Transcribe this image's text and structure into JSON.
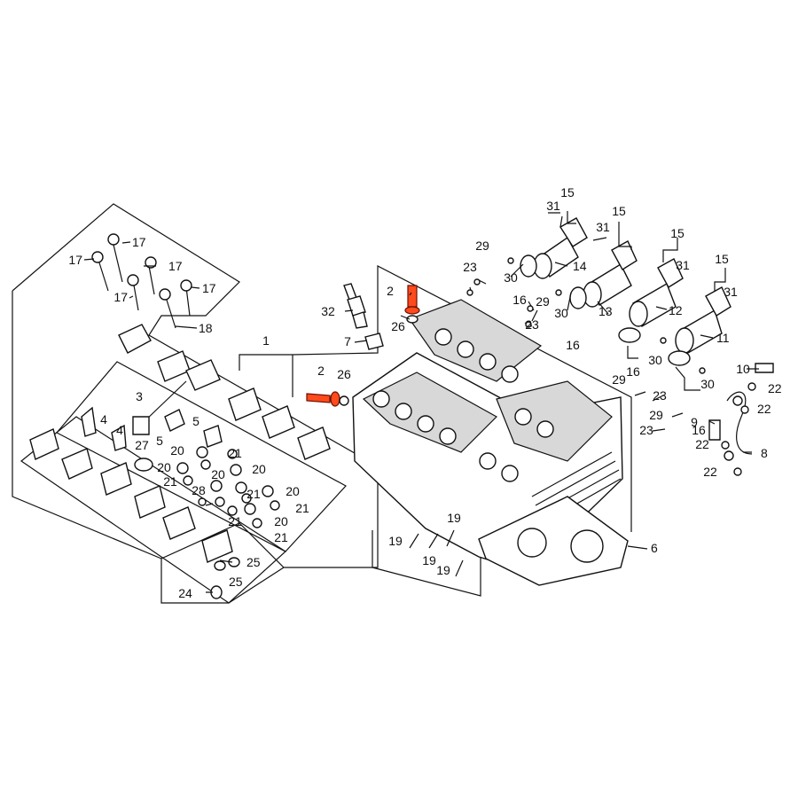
{
  "callouts": [
    {
      "id": "c1",
      "text": "1",
      "anchor": "middle"
    },
    {
      "id": "c2a",
      "text": "2",
      "anchor": "middle"
    },
    {
      "id": "c2b",
      "text": "2",
      "anchor": "middle"
    },
    {
      "id": "c3",
      "text": "3",
      "anchor": "middle"
    },
    {
      "id": "c4a",
      "text": "4",
      "anchor": "middle"
    },
    {
      "id": "c4b",
      "text": "4",
      "anchor": "middle"
    },
    {
      "id": "c5a",
      "text": "5",
      "anchor": "middle"
    },
    {
      "id": "c5b",
      "text": "5",
      "anchor": "middle"
    },
    {
      "id": "c6",
      "text": "6",
      "anchor": "start"
    },
    {
      "id": "c7",
      "text": "7",
      "anchor": "middle"
    },
    {
      "id": "c8",
      "text": "8",
      "anchor": "start"
    },
    {
      "id": "c9",
      "text": "9",
      "anchor": "middle"
    },
    {
      "id": "c10",
      "text": "10",
      "anchor": "middle"
    },
    {
      "id": "c11",
      "text": "11",
      "anchor": "start"
    },
    {
      "id": "c12",
      "text": "12",
      "anchor": "start"
    },
    {
      "id": "c13",
      "text": "13",
      "anchor": "start"
    },
    {
      "id": "c14",
      "text": "14",
      "anchor": "start"
    },
    {
      "id": "c15a",
      "text": "15",
      "anchor": "middle"
    },
    {
      "id": "c15b",
      "text": "15",
      "anchor": "middle"
    },
    {
      "id": "c15c",
      "text": "15",
      "anchor": "middle"
    },
    {
      "id": "c15d",
      "text": "15",
      "anchor": "middle"
    },
    {
      "id": "c16a",
      "text": "16",
      "anchor": "middle"
    },
    {
      "id": "c16b",
      "text": "16",
      "anchor": "middle"
    },
    {
      "id": "c16c",
      "text": "16",
      "anchor": "middle"
    },
    {
      "id": "c16d",
      "text": "16",
      "anchor": "middle"
    },
    {
      "id": "c17a",
      "text": "17",
      "anchor": "start"
    },
    {
      "id": "c17b",
      "text": "17",
      "anchor": "end"
    },
    {
      "id": "c17c",
      "text": "17",
      "anchor": "start"
    },
    {
      "id": "c17d",
      "text": "17",
      "anchor": "start"
    },
    {
      "id": "c17e",
      "text": "17",
      "anchor": "end"
    },
    {
      "id": "c18",
      "text": "18",
      "anchor": "start"
    },
    {
      "id": "c19a",
      "text": "19",
      "anchor": "middle"
    },
    {
      "id": "c19b",
      "text": "19",
      "anchor": "middle"
    },
    {
      "id": "c19c",
      "text": "19",
      "anchor": "middle"
    },
    {
      "id": "c19d",
      "text": "19",
      "anchor": "middle"
    },
    {
      "id": "c20a",
      "text": "20",
      "anchor": "middle"
    },
    {
      "id": "c20b",
      "text": "20",
      "anchor": "middle"
    },
    {
      "id": "c20c",
      "text": "20",
      "anchor": "middle"
    },
    {
      "id": "c20d",
      "text": "20",
      "anchor": "middle"
    },
    {
      "id": "c20e",
      "text": "20",
      "anchor": "middle"
    },
    {
      "id": "c20f",
      "text": "20",
      "anchor": "middle"
    },
    {
      "id": "c21a",
      "text": "21",
      "anchor": "middle"
    },
    {
      "id": "c21b",
      "text": "21",
      "anchor": "middle"
    },
    {
      "id": "c21c",
      "text": "21",
      "anchor": "middle"
    },
    {
      "id": "c21d",
      "text": "21",
      "anchor": "middle"
    },
    {
      "id": "c21e",
      "text": "21",
      "anchor": "middle"
    },
    {
      "id": "c21f",
      "text": "21",
      "anchor": "middle"
    },
    {
      "id": "c22a",
      "text": "22",
      "anchor": "start"
    },
    {
      "id": "c22b",
      "text": "22",
      "anchor": "start"
    },
    {
      "id": "c22c",
      "text": "22",
      "anchor": "middle"
    },
    {
      "id": "c22d",
      "text": "22",
      "anchor": "middle"
    },
    {
      "id": "c23a",
      "text": "23",
      "anchor": "middle"
    },
    {
      "id": "c23b",
      "text": "23",
      "anchor": "middle"
    },
    {
      "id": "c23c",
      "text": "23",
      "anchor": "middle"
    },
    {
      "id": "c23d",
      "text": "23",
      "anchor": "middle"
    },
    {
      "id": "c24",
      "text": "24",
      "anchor": "middle"
    },
    {
      "id": "c25a",
      "text": "25",
      "anchor": "start"
    },
    {
      "id": "c25b",
      "text": "25",
      "anchor": "start"
    },
    {
      "id": "c26a",
      "text": "26",
      "anchor": "middle"
    },
    {
      "id": "c26b",
      "text": "26",
      "anchor": "middle"
    },
    {
      "id": "c27",
      "text": "27",
      "anchor": "middle"
    },
    {
      "id": "c28",
      "text": "28",
      "anchor": "middle"
    },
    {
      "id": "c29a",
      "text": "29",
      "anchor": "middle"
    },
    {
      "id": "c29b",
      "text": "29",
      "anchor": "middle"
    },
    {
      "id": "c29c",
      "text": "29",
      "anchor": "middle"
    },
    {
      "id": "c29d",
      "text": "29",
      "anchor": "middle"
    },
    {
      "id": "c30a",
      "text": "30",
      "anchor": "middle"
    },
    {
      "id": "c30b",
      "text": "30",
      "anchor": "middle"
    },
    {
      "id": "c30c",
      "text": "30",
      "anchor": "middle"
    },
    {
      "id": "c30d",
      "text": "30",
      "anchor": "middle"
    },
    {
      "id": "c31a",
      "text": "31",
      "anchor": "middle"
    },
    {
      "id": "c31b",
      "text": "31",
      "anchor": "middle"
    },
    {
      "id": "c31c",
      "text": "31",
      "anchor": "middle"
    },
    {
      "id": "c31d",
      "text": "31",
      "anchor": "middle"
    },
    {
      "id": "c32",
      "text": "32",
      "anchor": "middle"
    }
  ],
  "highlight_color": "#ff4a1c"
}
